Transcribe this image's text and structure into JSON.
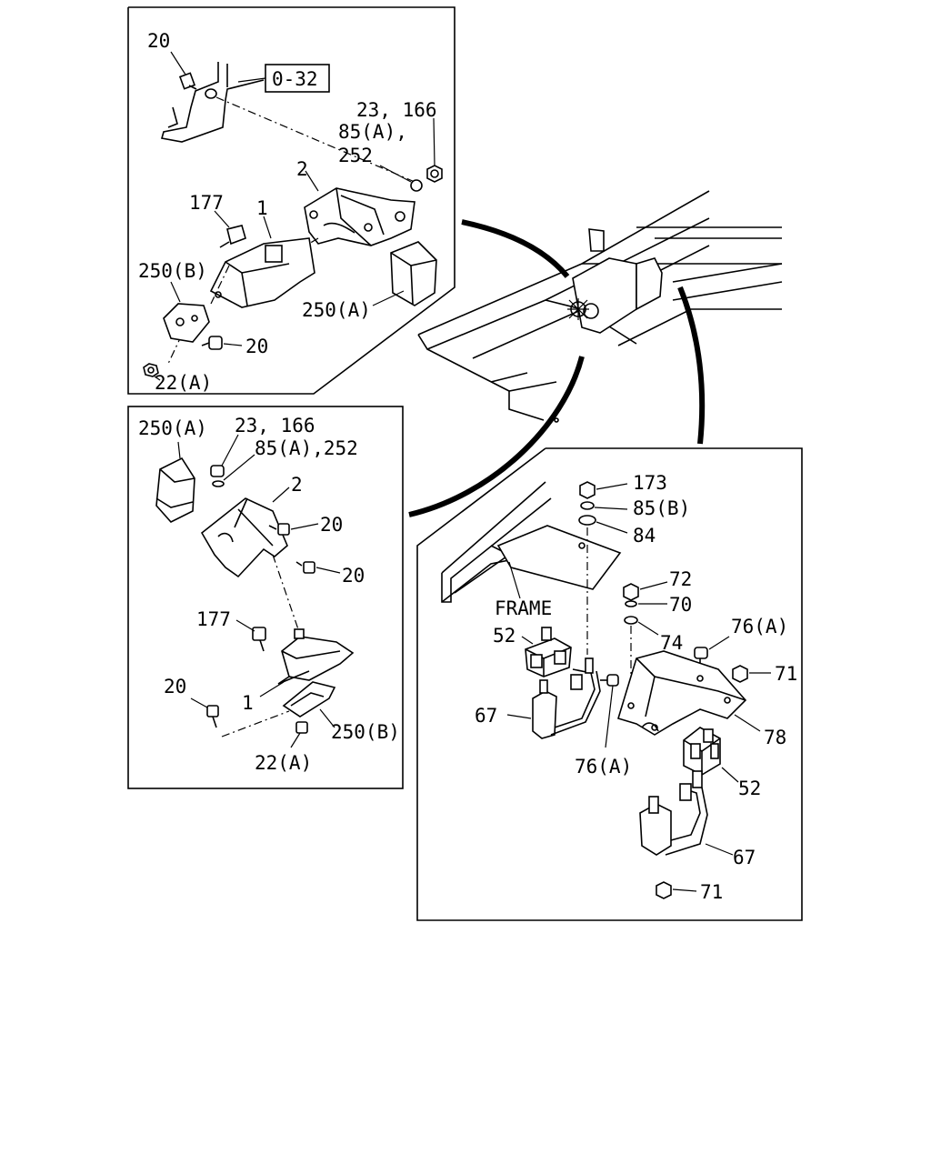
{
  "panel_a": {
    "ref_box": "0-32",
    "labels": {
      "c20_top": "20",
      "c23": "23, 166",
      "c85a": "85(A),",
      "c252": "252",
      "c2": "2",
      "c177": "177",
      "c1": "1",
      "c250b": "250(B)",
      "c250a": "250(A)",
      "c20_bot": "20",
      "c22a": "22(A)"
    }
  },
  "panel_b": {
    "labels": {
      "c250a": "250(A)",
      "c23": "23, 166",
      "c85": "85(A),252",
      "c2": "2",
      "c20a": "20",
      "c20b": "20",
      "c177": "177",
      "c20c": "20",
      "c1": "1",
      "c250b": "250(B)",
      "c22a": "22(A)"
    }
  },
  "panel_c": {
    "labels": {
      "c173": "173",
      "c85b": "85(B)",
      "c84": "84",
      "c72": "72",
      "c70": "70",
      "c74": "74",
      "c76a_r": "76(A)",
      "c71_r": "71",
      "frame": "FRAME",
      "c52_l": "52",
      "c67_l": "67",
      "c76a_b": "76(A)",
      "c78": "78",
      "c52_r": "52",
      "c67_r": "67",
      "c71_b": "71"
    }
  }
}
